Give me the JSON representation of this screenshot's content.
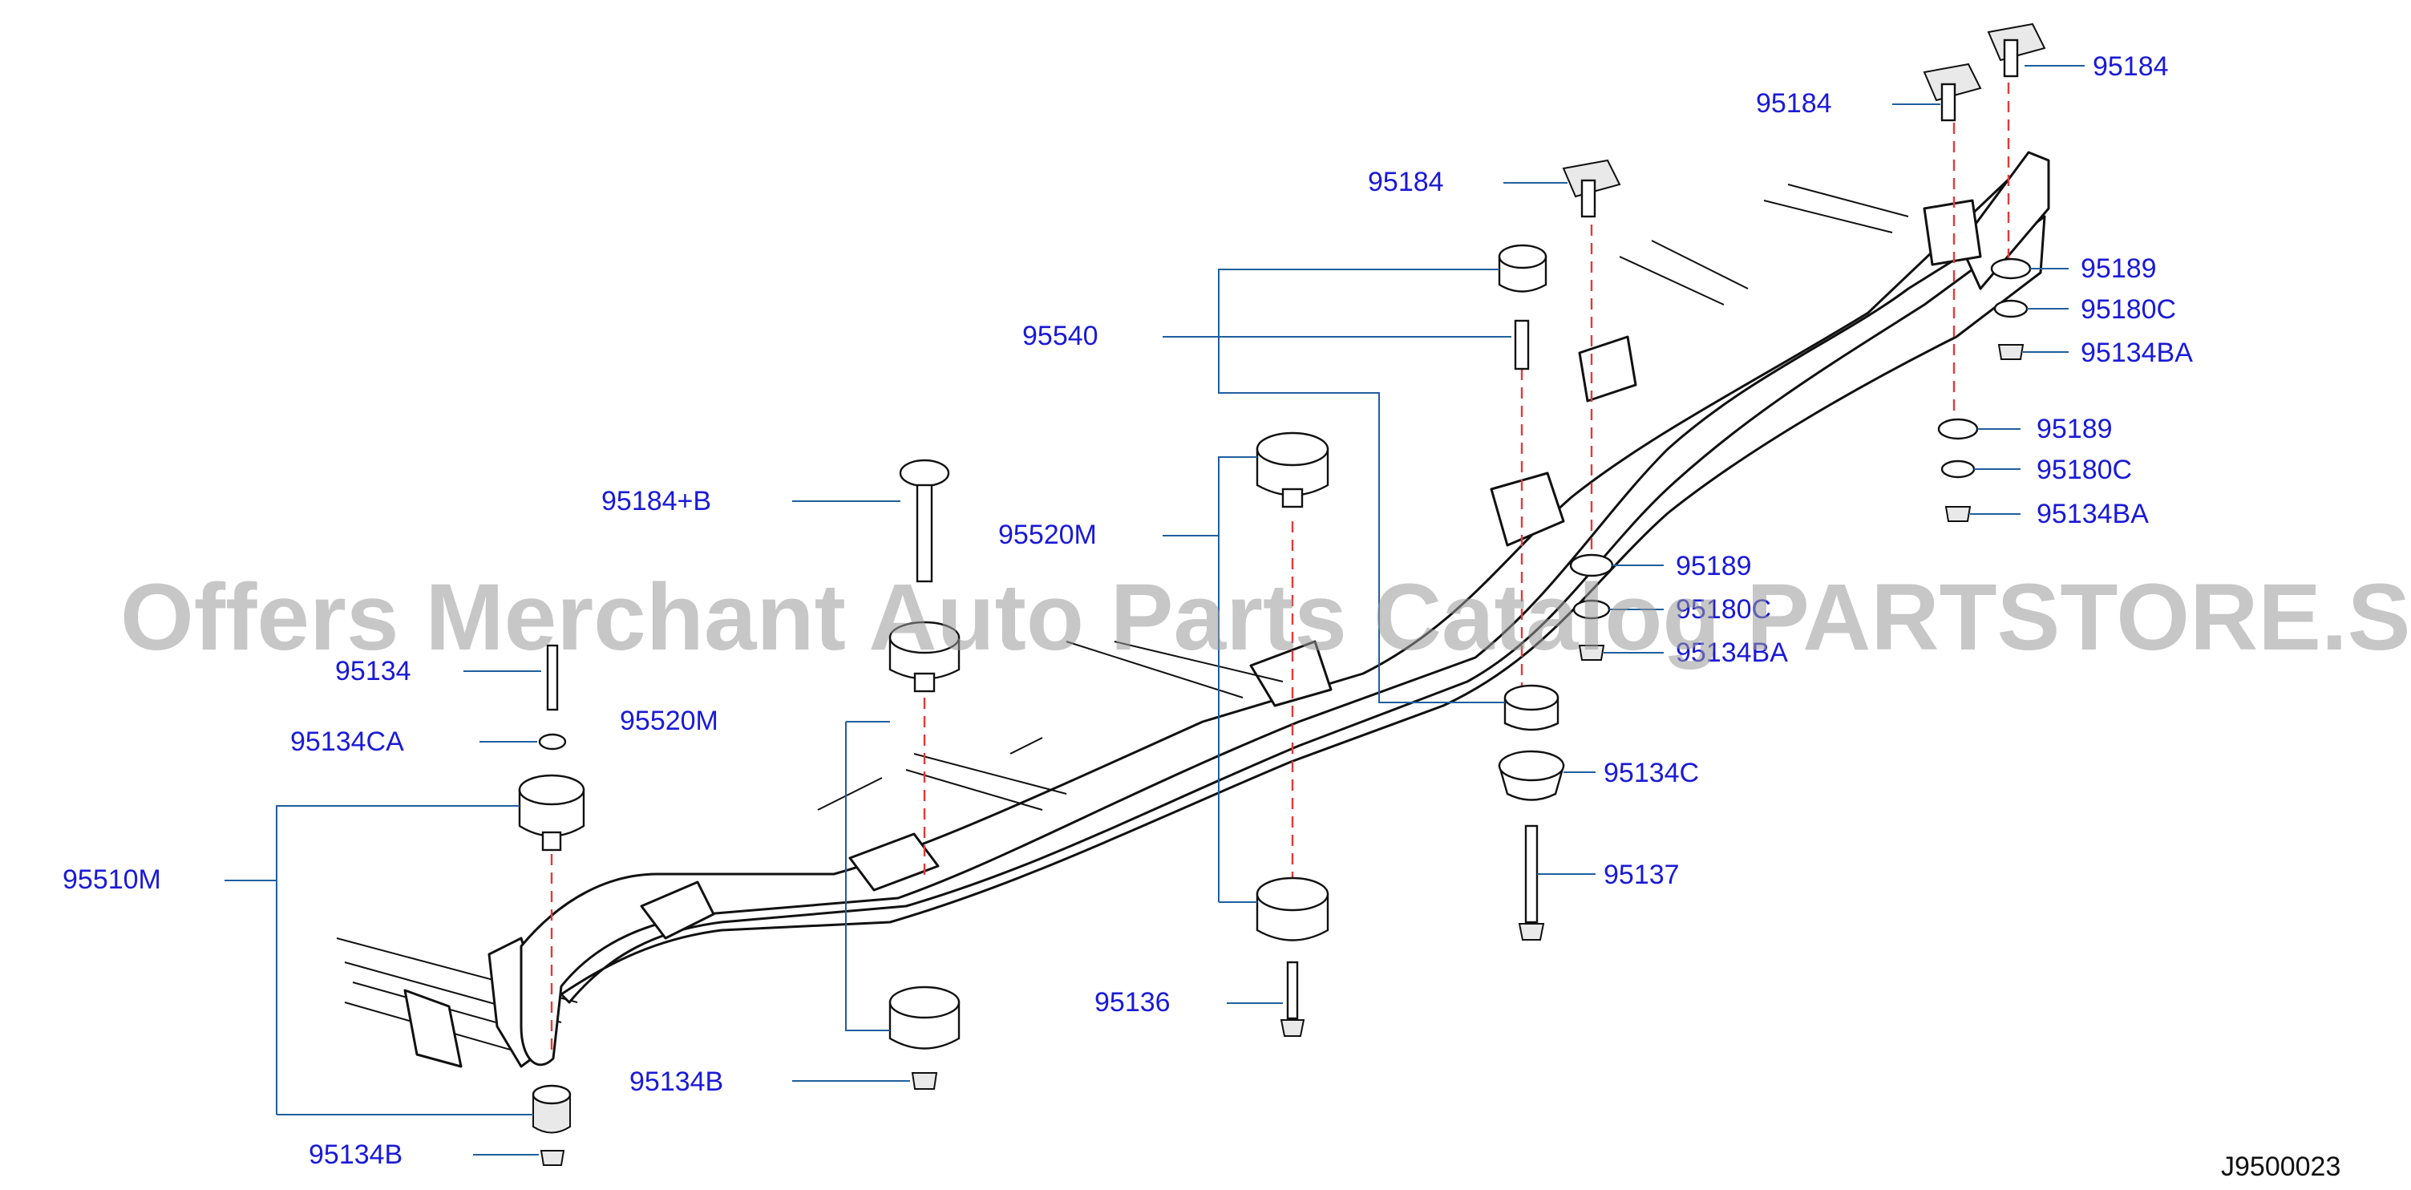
{
  "diagram": {
    "code": "J9500023",
    "watermark": "Offers Merchant Auto Parts Catalog PARTSTORE.SA"
  },
  "labels": {
    "p95184_a": "95184",
    "p95184_b": "95184",
    "p95184_c": "95184",
    "p95540": "95540",
    "p95184b": "95184+B",
    "p95520m_upper": "95520M",
    "p95520m_lower": "95520M",
    "p95134": "95134",
    "p95134ca": "95134CA",
    "p95510m": "95510M",
    "p95134b_lower": "95134B",
    "p95134b_mid": "95134B",
    "p95136": "95136",
    "p95189_a": "95189",
    "p95180c_a": "95180C",
    "p95134ba_a": "95134BA",
    "p95189_b": "95189",
    "p95180c_b": "95180C",
    "p95134ba_b": "95134BA",
    "p95189_c": "95189",
    "p95180c_c": "95180C",
    "p95134ba_c": "95134BA",
    "p95134c": "95134C",
    "p95137": "95137"
  }
}
